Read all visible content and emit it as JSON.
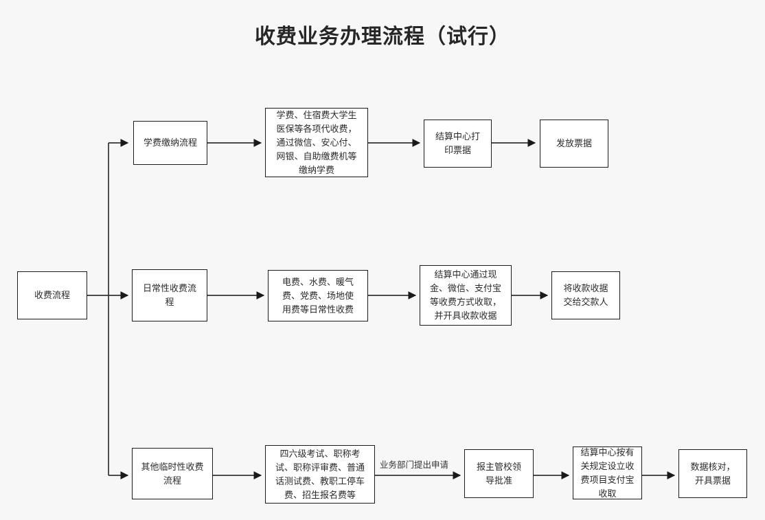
{
  "title": "收费业务办理流程（试行）",
  "theme": {
    "background": "#f7f7f7",
    "node_fill": "#ffffff",
    "node_stroke": "#1a1a1a",
    "edge_stroke": "#333333",
    "text_color": "#2b2b2b",
    "title_color": "#262626"
  },
  "nodes": {
    "root": "收费流程",
    "branch_tuition": "学费缴纳流程",
    "tuition_items": "学费、住宿费大学生\n医保等各项代收费，\n通过微信、安心付、\n网银、自助缴费机等\n缴纳学费",
    "tuition_print": "结算中心打\n印票据",
    "tuition_issue": "发放票据",
    "branch_daily": "日常性收费流\n程",
    "daily_items": "电费、水费、暖气\n费、党费、场地使\n用费等日常性收费",
    "daily_collect": "结算中心通过现\n金、微信、支付宝\n等收费方式收取，\n并开具收款收据",
    "daily_receipt": "将收款收据\n交给交款人",
    "branch_temp": "其他临时性收费\n流程",
    "temp_items": "四六级考试、职称考\n试、职称评审费、普通\n话测试费、教职工停车\n费、招生报名费等",
    "temp_approve": "报主管校领\n导批准",
    "temp_collect": "结算中心按有\n关规定设立收\n费项目支付宝\n收取",
    "temp_verify": "数据核对，\n开具票据"
  },
  "edge_labels": {
    "apply": "业务部门提出申请"
  }
}
